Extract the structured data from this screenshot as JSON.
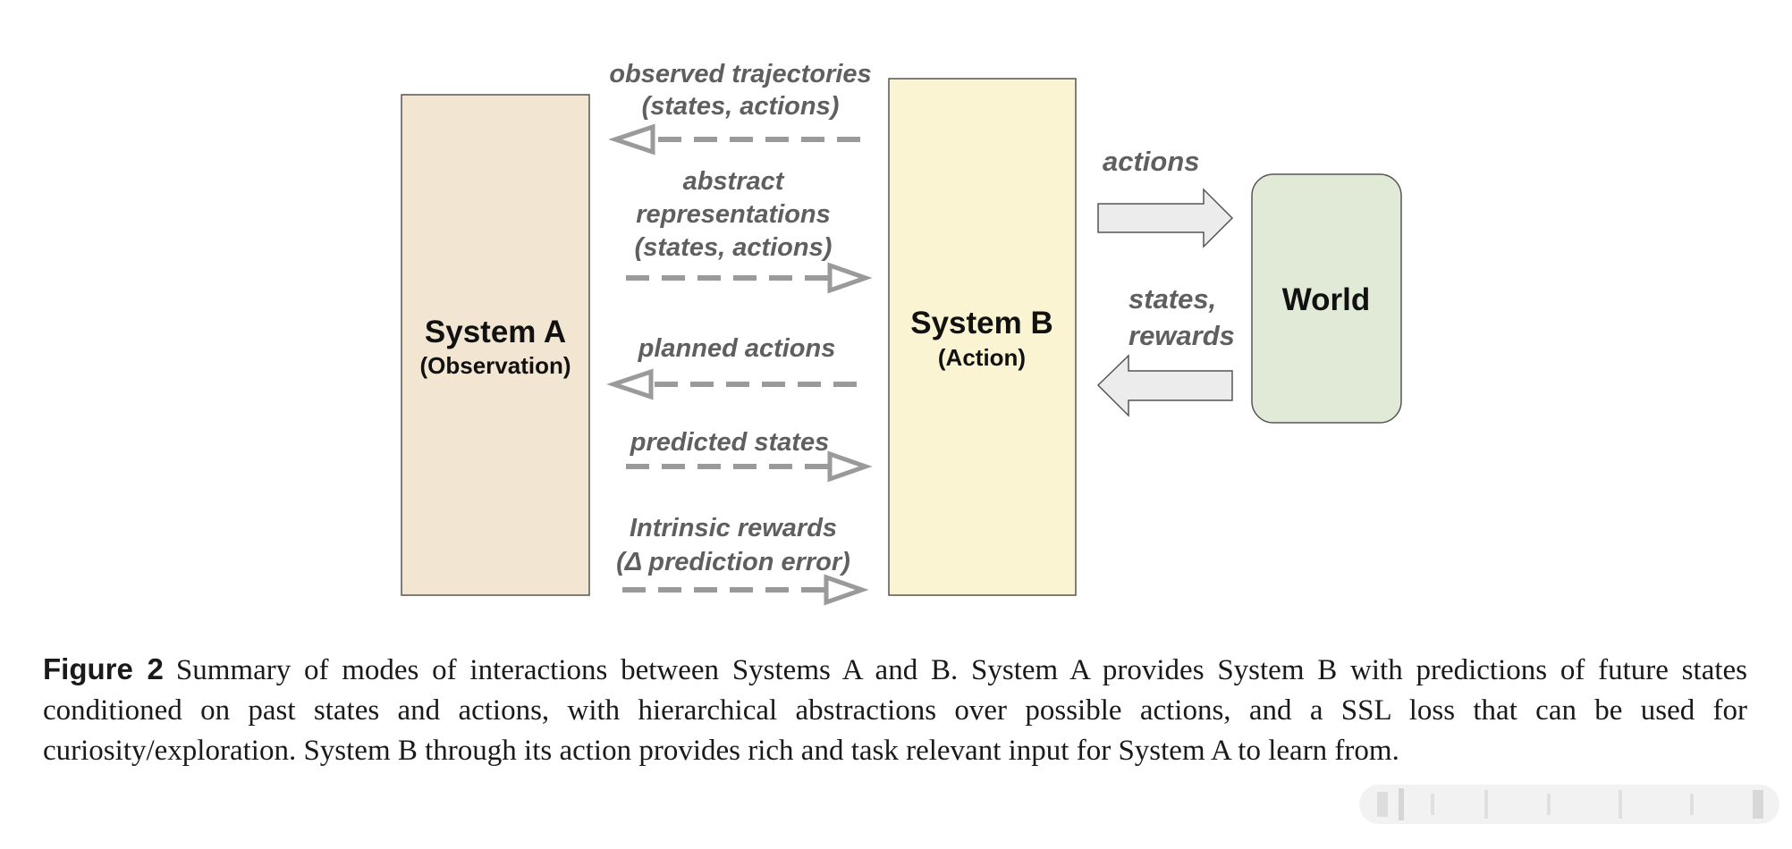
{
  "diagram": {
    "system_a": {
      "title": "System A",
      "subtitle": "(Observation)",
      "fill": "#f2e6d2"
    },
    "system_b": {
      "title": "System B",
      "subtitle": "(Action)",
      "fill": "#faf4d2"
    },
    "world": {
      "title": "World",
      "fill": "#e0ead6"
    },
    "flows": [
      {
        "lines": [
          "observed trajectories",
          "(states, actions)"
        ],
        "direction": "to-system-a"
      },
      {
        "lines": [
          "abstract",
          "representations",
          "(states, actions)"
        ],
        "direction": "to-system-b"
      },
      {
        "lines": [
          "planned actions"
        ],
        "direction": "to-system-a"
      },
      {
        "lines": [
          "predicted states"
        ],
        "direction": "to-system-b"
      },
      {
        "lines": [
          "Intrinsic rewards",
          "(Δ prediction error)"
        ],
        "direction": "to-system-b"
      }
    ],
    "world_flows": {
      "actions_label": "actions",
      "states_rewards_lines": [
        "states,",
        "rewards"
      ]
    },
    "colors": {
      "arrow": "#9a9a9a",
      "label": "#5f5f5f",
      "block_arrow_fill": "#ececec",
      "box_stroke": "#555555"
    }
  },
  "caption": {
    "label": "Figure 2",
    "text": "Summary of modes of interactions between Systems A and B. System A provides System B with predictions of future states conditioned on past states and actions, with hierarchical abstractions over possible actions, and a SSL loss that can be used for curiosity/exploration. System B through its action provides rich and task relevant input for System A to learn from."
  }
}
